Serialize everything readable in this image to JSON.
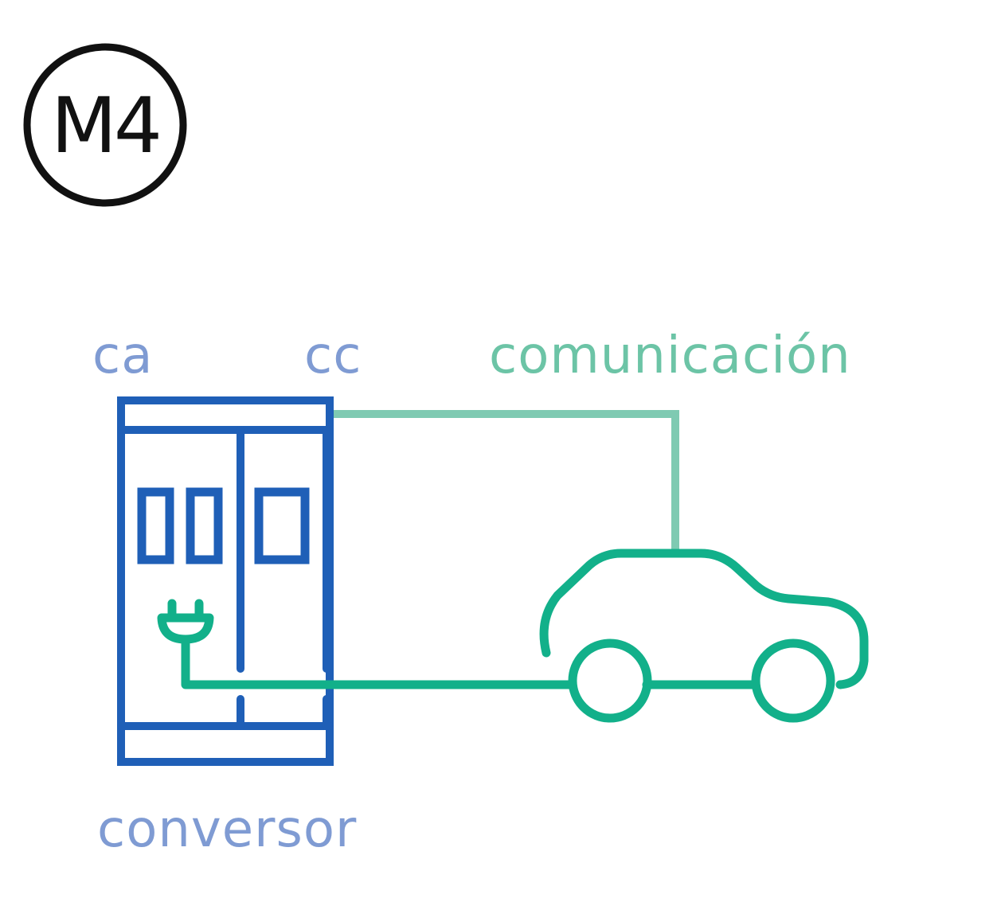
{
  "badge": {
    "text": "M4"
  },
  "labels": {
    "ac": "ca",
    "dc": "cc",
    "communication": "comunicación",
    "converter": "conversor"
  },
  "colors": {
    "badge": "#111111",
    "converter": "#1f5fb7",
    "label_blue": "#7f9bd3",
    "communication_line": "#7fcab2",
    "communication_label": "#6cc4a6",
    "power_line": "#12b08a"
  },
  "icons": [
    "badge-circle",
    "converter-cabinet",
    "plug-icon",
    "car-icon"
  ]
}
